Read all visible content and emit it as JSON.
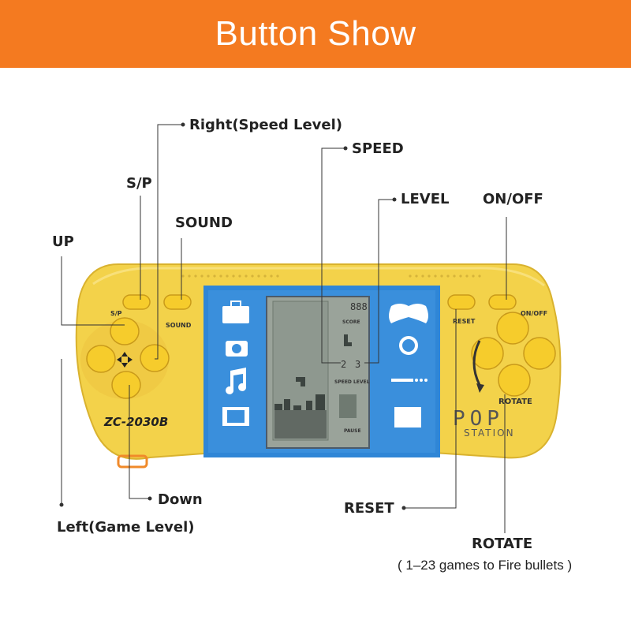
{
  "banner": {
    "title": "Button Show",
    "color": "#f47a20"
  },
  "device": {
    "model": "ZC-2030B",
    "brand_line1": "POP",
    "brand_line2": "STATION",
    "body_color": "#f3d24a",
    "screen_color": "#2f86d6",
    "buttons": {
      "sp": "S/P",
      "sound": "SOUND",
      "reset": "RESET",
      "onoff": "ON/OFF",
      "rotate": "ROTATE"
    },
    "lcd": {
      "score_label": "SCORE",
      "speed_level_label": "SPEED LEVEL",
      "pause_label": "PAUSE",
      "score_digits": "888",
      "speed_digit": "2",
      "level_digit": "3"
    }
  },
  "callouts": {
    "right": "Right(Speed Level)",
    "speed": "SPEED",
    "sp": "S/P",
    "level": "LEVEL",
    "onoff": "ON/OFF",
    "sound": "SOUND",
    "up": "UP",
    "down": "Down",
    "left": "Left(Game Level)",
    "reset": "RESET",
    "rotate": "ROTATE",
    "rotate_note": "( 1–23 games to Fire bullets )"
  },
  "icons": [
    "toolbox-icon",
    "camera-icon",
    "music-note-icon",
    "film-icon",
    "gamepad-icon",
    "refresh-icon",
    "usb-icon",
    "sd-card-icon"
  ]
}
